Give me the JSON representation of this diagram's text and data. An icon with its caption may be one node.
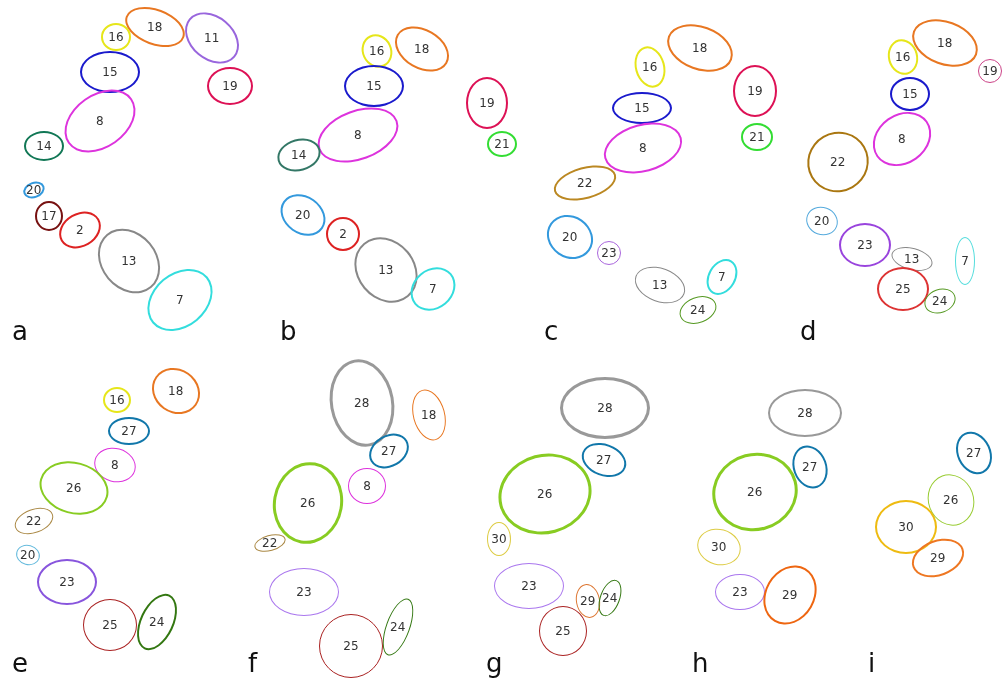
{
  "diagram": {
    "nodes": [
      {
        "text": [
          "18"
        ]
      },
      {
        "text": [
          "16"
        ]
      },
      {
        "text": [
          "11"
        ]
      },
      {
        "text": [
          "15"
        ]
      },
      {
        "text": [
          "19"
        ]
      },
      {
        "text": [
          "8"
        ]
      },
      {
        "text": [
          "14"
        ]
      },
      {
        "text": [
          "20"
        ]
      },
      {
        "text": [
          "17"
        ]
      },
      {
        "text": [
          "2"
        ]
      },
      {
        "text": [
          "13"
        ]
      },
      {
        "text": [
          "7"
        ]
      },
      {
        "text": [
          "16"
        ]
      },
      {
        "text": [
          "18"
        ]
      },
      {
        "text": [
          "15"
        ]
      },
      {
        "text": [
          "19"
        ]
      },
      {
        "text": [
          "8"
        ]
      },
      {
        "text": [
          "21"
        ]
      },
      {
        "text": [
          "14"
        ]
      },
      {
        "text": [
          "20"
        ]
      },
      {
        "text": [
          "2"
        ]
      },
      {
        "text": [
          "13"
        ]
      },
      {
        "text": [
          "7"
        ]
      },
      {
        "text": [
          "18"
        ]
      },
      {
        "text": [
          "16"
        ]
      },
      {
        "text": [
          "19"
        ]
      },
      {
        "text": [
          "15"
        ]
      },
      {
        "text": [
          "8"
        ]
      },
      {
        "text": [
          "21"
        ]
      },
      {
        "text": [
          "22"
        ]
      },
      {
        "text": [
          "20"
        ]
      },
      {
        "text": [
          "23"
        ]
      },
      {
        "text": [
          "13"
        ]
      },
      {
        "text": [
          "7"
        ]
      },
      {
        "text": [
          "24"
        ]
      },
      {
        "text": [
          "18"
        ]
      },
      {
        "text": [
          "16"
        ]
      },
      {
        "text": [
          "19"
        ]
      },
      {
        "text": [
          "15"
        ]
      },
      {
        "text": [
          "8"
        ]
      },
      {
        "text": [
          "22"
        ]
      },
      {
        "text": [
          "20"
        ]
      },
      {
        "text": [
          "23"
        ]
      },
      {
        "text": [
          "13"
        ]
      },
      {
        "text": [
          "7"
        ]
      },
      {
        "text": [
          "25"
        ]
      },
      {
        "text": [
          "24"
        ]
      },
      {
        "text": [
          "18"
        ]
      },
      {
        "text": [
          "16"
        ]
      },
      {
        "text": [
          "27"
        ]
      },
      {
        "text": [
          "8"
        ]
      },
      {
        "text": [
          "26"
        ]
      },
      {
        "text": [
          "22"
        ]
      },
      {
        "text": [
          "20"
        ]
      },
      {
        "text": [
          "23"
        ]
      },
      {
        "text": [
          "25"
        ]
      },
      {
        "text": [
          "24"
        ]
      },
      {
        "text": [
          "28"
        ]
      },
      {
        "text": [
          "18"
        ]
      },
      {
        "text": [
          "27"
        ]
      },
      {
        "text": [
          "8"
        ]
      },
      {
        "text": [
          "26"
        ]
      },
      {
        "text": [
          "22"
        ]
      },
      {
        "text": [
          "23"
        ]
      },
      {
        "text": [
          "25"
        ]
      },
      {
        "text": [
          "24"
        ]
      },
      {
        "text": [
          "28"
        ]
      },
      {
        "text": [
          "27"
        ]
      },
      {
        "text": [
          "26"
        ]
      },
      {
        "text": [
          "30"
        ]
      },
      {
        "text": [
          "23"
        ]
      },
      {
        "text": [
          "29"
        ]
      },
      {
        "text": [
          "24"
        ]
      },
      {
        "text": [
          "25"
        ]
      },
      {
        "text": [
          "28"
        ]
      },
      {
        "text": [
          "27"
        ]
      },
      {
        "text": [
          "26"
        ]
      },
      {
        "text": [
          "30"
        ]
      },
      {
        "text": [
          "23"
        ]
      },
      {
        "text": [
          "29"
        ]
      },
      {
        "text": [
          "27"
        ]
      },
      {
        "text": [
          "26"
        ]
      },
      {
        "text": [
          "30"
        ]
      },
      {
        "text": [
          "29"
        ]
      }
    ],
    "labels": [
      "a",
      "b",
      "c",
      "d",
      "e",
      "f",
      "g",
      "h",
      "i"
    ]
  }
}
